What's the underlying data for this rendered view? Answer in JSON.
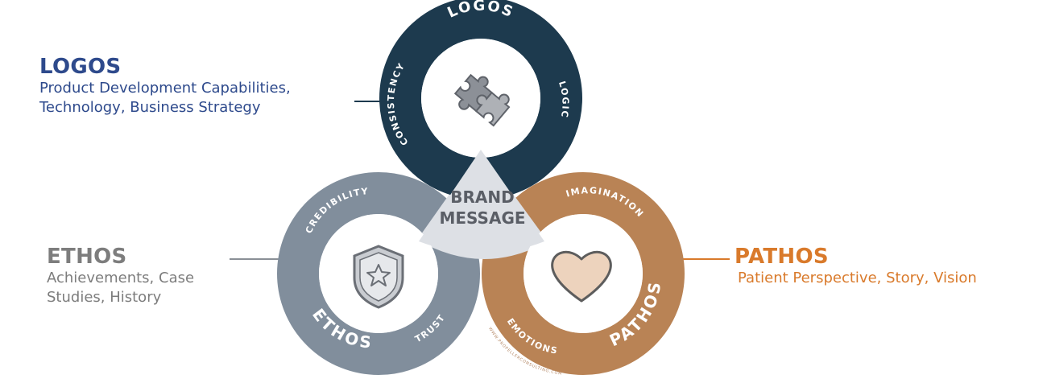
{
  "logos": {
    "title": "LOGOS",
    "desc_line1": "Product Development Capabilities,",
    "desc_line2": "Technology, Business Strategy",
    "ring_title": "LOGOS",
    "ring_left": "CONSISTENCY",
    "ring_right": "LOGIC",
    "color": "#1d3a4e",
    "label_color": "#2e4a8c",
    "icon": "puzzle-icon"
  },
  "ethos": {
    "title": "ETHOS",
    "desc_line1": "Achievements, Case",
    "desc_line2": "Studies, History",
    "ring_title": "ETHOS",
    "ring_top": "CREDIBILITY",
    "ring_bottom": "TRUST",
    "color": "#818e9c",
    "label_color": "#7d7d7d",
    "icon": "shield-star-icon"
  },
  "pathos": {
    "title": "PATHOS",
    "desc_line1": "Patient Perspective, Story, Vision",
    "ring_title": "PATHOS",
    "ring_top": "IMAGINATION",
    "ring_bottom": "EMOTIONS",
    "color": "#b98355",
    "label_color": "#d97a2b",
    "icon": "heart-icon"
  },
  "center": {
    "line1": "BRAND",
    "line2": "MESSAGE",
    "color": "#dde0e5",
    "text_color": "#5a5e66"
  },
  "watermark": "WWW.PROPELLERCONSULTING.COM"
}
